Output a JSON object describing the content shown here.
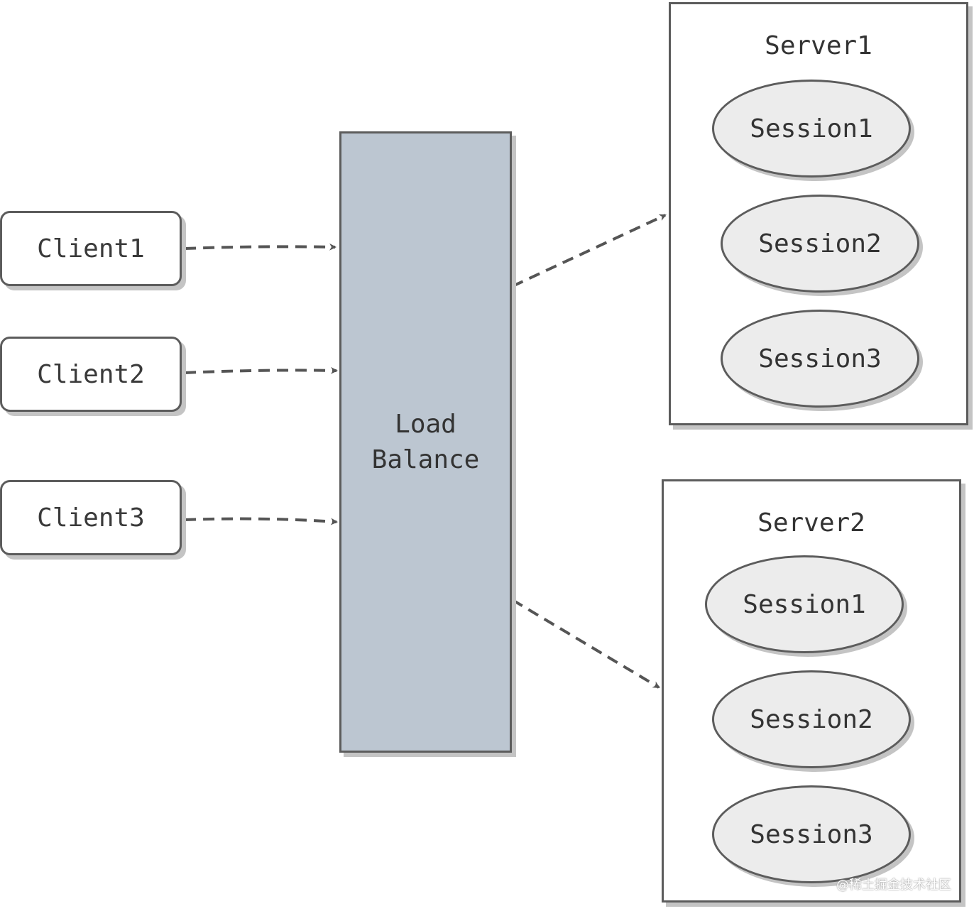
{
  "clients": [
    {
      "label": "Client1"
    },
    {
      "label": "Client2"
    },
    {
      "label": "Client3"
    }
  ],
  "load_balancer": {
    "line1": "Load",
    "line2": "Balance"
  },
  "servers": [
    {
      "title": "Server1",
      "sessions": [
        "Session1",
        "Session2",
        "Session3"
      ]
    },
    {
      "title": "Server2",
      "sessions": [
        "Session1",
        "Session2",
        "Session3"
      ]
    }
  ],
  "watermark": "@稀土掘金技术社区"
}
